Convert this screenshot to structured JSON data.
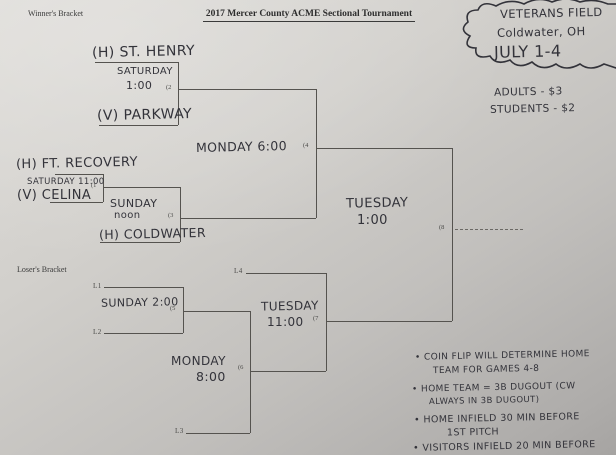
{
  "colors": {
    "paper_light": "#dedcd8",
    "paper_dark": "#a6a4a2",
    "ink": "#33333a",
    "line": "#55534f"
  },
  "printed": {
    "winners_bracket_label": "Winner's Bracket",
    "losers_bracket_label": "Loser's Bracket",
    "title": "2017 Mercer County ACME Sectional Tournament"
  },
  "venue": {
    "line1": "VETERANS FIELD",
    "line2": "Coldwater, OH",
    "line3": "JULY 1-4"
  },
  "admission": {
    "adults": "ADULTS - $3",
    "students": "STUDENTS - $2"
  },
  "winners": {
    "game1": {
      "number": "(1",
      "top_team": "(H) FT. RECOVERY",
      "schedule": "SATURDAY 11:00",
      "bottom_team": "(V) CELINA"
    },
    "game2": {
      "number": "(2",
      "top_team": "(H) ST. HENRY",
      "day": "SATURDAY",
      "time": "1:00",
      "bottom_team": "(V) PARKWAY"
    },
    "game3": {
      "number": "(3",
      "day": "SUNDAY",
      "time": "noon",
      "bottom_team": "(H) COLDWATER"
    },
    "game4": {
      "number": "(4",
      "schedule": "MONDAY 6:00"
    },
    "game8": {
      "number": "(8",
      "day": "TUESDAY",
      "time": "1:00"
    }
  },
  "losers": {
    "game5": {
      "number": "(5",
      "top_seed": "L1",
      "bottom_seed": "L2",
      "schedule": "SUNDAY 2:00"
    },
    "game6": {
      "number": "(6",
      "day": "MONDAY",
      "time": "8:00",
      "bottom_seed": "L3"
    },
    "game7": {
      "number": "(7",
      "top_seed": "L4",
      "day": "TUESDAY",
      "time": "11:00"
    }
  },
  "notes": [
    [
      "• COIN FLIP WILL DETERMINE HOME",
      "TEAM FOR GAMES 4-8"
    ],
    [
      "• HOME TEAM = 3B DUGOUT (CW",
      "ALWAYS IN 3B DUGOUT)"
    ],
    [
      "• HOME INFIELD 30 MIN BEFORE",
      "1ST PITCH"
    ],
    [
      "• VISITORS INFIELD 20 MIN BEFORE"
    ]
  ]
}
